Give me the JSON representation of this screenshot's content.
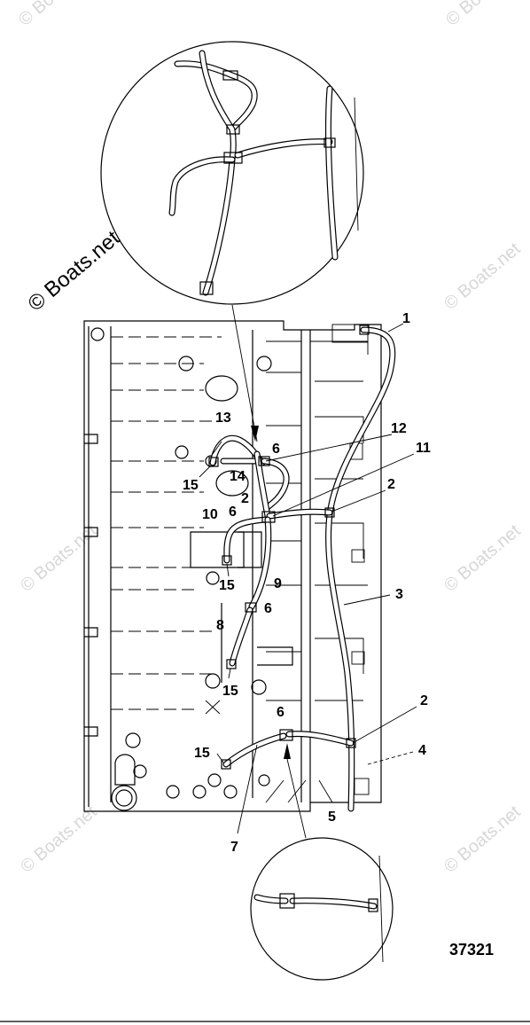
{
  "watermarks": {
    "main": "© Boats.net",
    "faint": "© Boats.net"
  },
  "figure_number": "37321",
  "callouts": {
    "c1": "1",
    "c2a": "2",
    "c2b": "2",
    "c2c": "2",
    "c3": "3",
    "c4": "4",
    "c5": "5",
    "c6a": "6",
    "c6b": "6",
    "c6c": "6",
    "c6d": "6",
    "c7": "7",
    "c8": "8",
    "c9": "9",
    "c10": "10",
    "c11": "11",
    "c12": "12",
    "c13": "13",
    "c14": "14",
    "c15a": "15",
    "c15b": "15",
    "c15c": "15",
    "c15d": "15"
  }
}
